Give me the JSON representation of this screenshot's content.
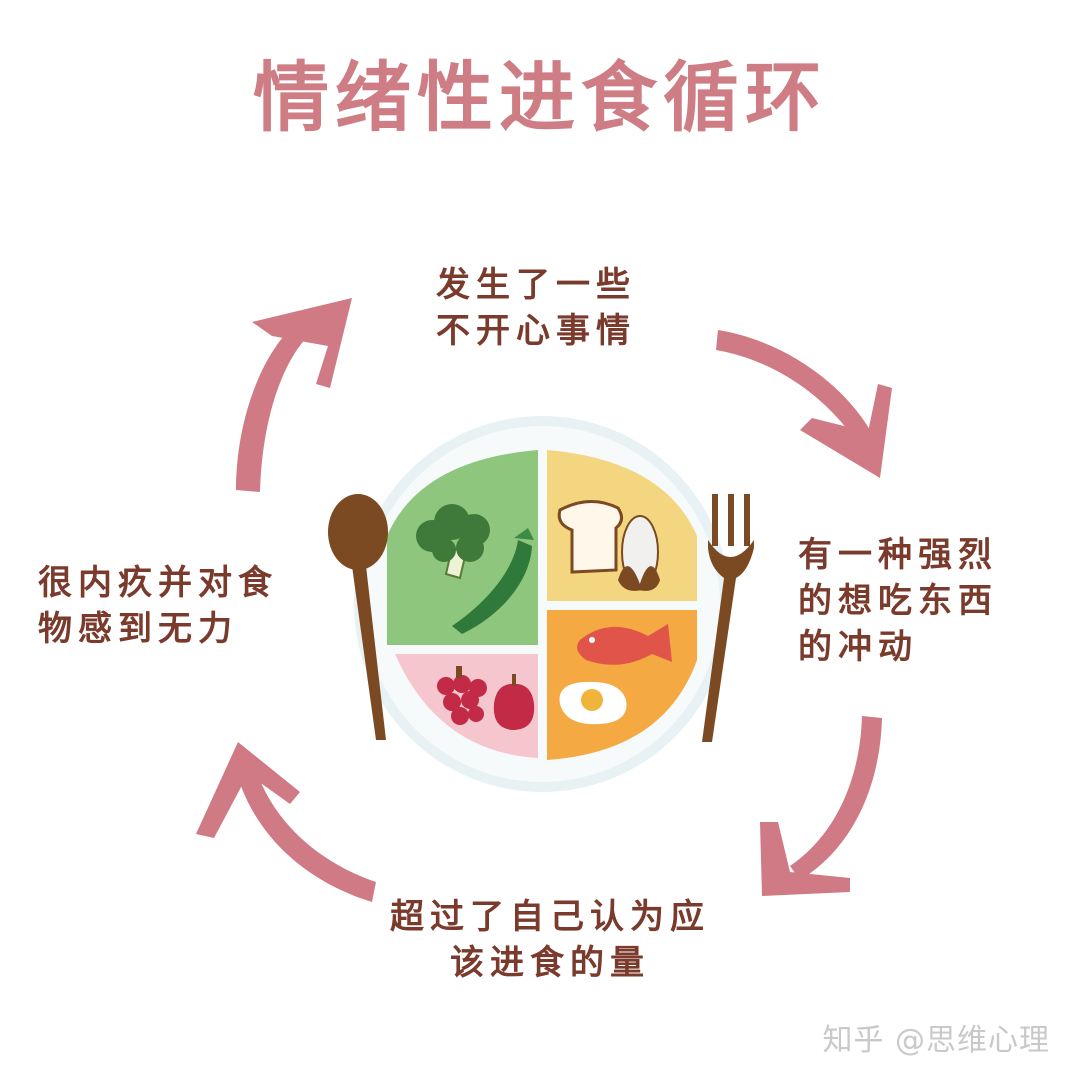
{
  "title": "情绪性进食循环",
  "steps": [
    {
      "lines": [
        "发生了一些",
        "不开心事情"
      ]
    },
    {
      "lines": [
        "有一种强烈",
        "的想吃东西",
        "的冲动"
      ]
    },
    {
      "lines": [
        "超过了自己认为应",
        "该进食的量"
      ]
    },
    {
      "lines": [
        "很内疚并对食",
        "物感到无力"
      ]
    }
  ],
  "watermark": "知乎 @思维心理",
  "colors": {
    "title": "#cf7d84",
    "arrow": "#cf7a84",
    "text": "#7a3a2c",
    "plate_rim": "#e4eef2",
    "veg": "#8dc67c",
    "grain": "#f4d681",
    "fruit": "#f6c6cf",
    "protein": "#f5a942",
    "utensil": "#7b4a22"
  },
  "icons": [
    "broccoli-icon",
    "cucumber-icon",
    "bread-icon",
    "corn-icon",
    "grapes-icon",
    "apple-icon",
    "fish-icon",
    "egg-icon",
    "spoon-icon",
    "fork-icon"
  ]
}
